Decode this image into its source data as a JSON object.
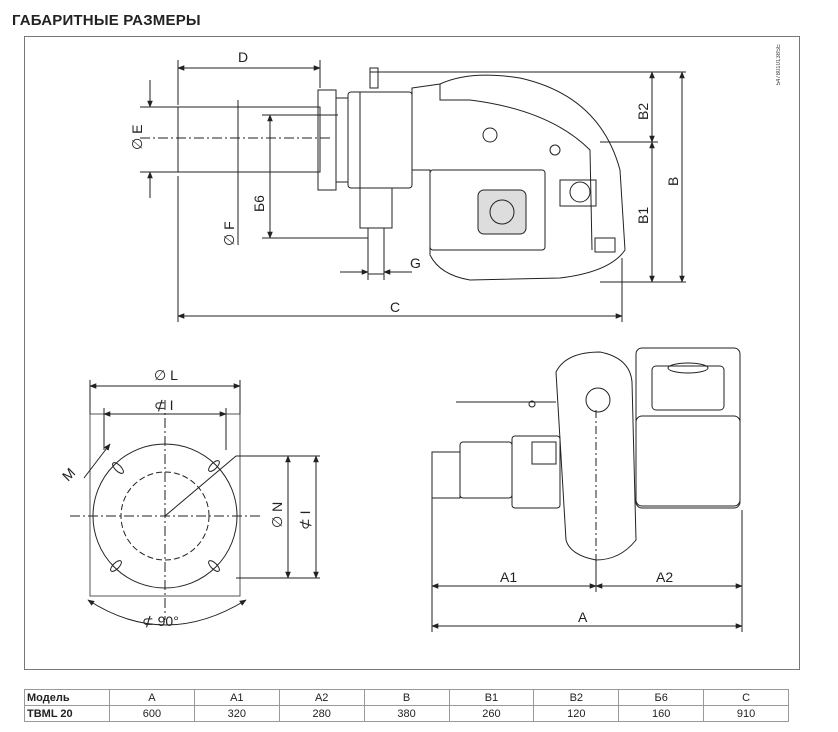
{
  "title": "ГАБАРИТНЫЕ РАЗМЕРЫ",
  "drawing_code": "5478010138SE",
  "side_view": {
    "labels": {
      "D": "D",
      "E": "E",
      "F": "F",
      "B6": "Б6",
      "G": "G",
      "C": "C",
      "B2": "B2",
      "B1": "B1",
      "B": "B"
    }
  },
  "flange_view": {
    "labels": {
      "L": "L",
      "I_top": "I",
      "M": "M",
      "N": "N",
      "I_side": "I",
      "angle": "90°"
    }
  },
  "top_view": {
    "labels": {
      "A1": "A1",
      "A2": "A2",
      "A": "A"
    }
  },
  "table": {
    "headers": [
      "Модель",
      "A",
      "A1",
      "A2",
      "B",
      "B1",
      "B2",
      "Б6",
      "C"
    ],
    "row": [
      "TBML 20",
      "600",
      "320",
      "280",
      "380",
      "260",
      "120",
      "160",
      "910"
    ]
  }
}
